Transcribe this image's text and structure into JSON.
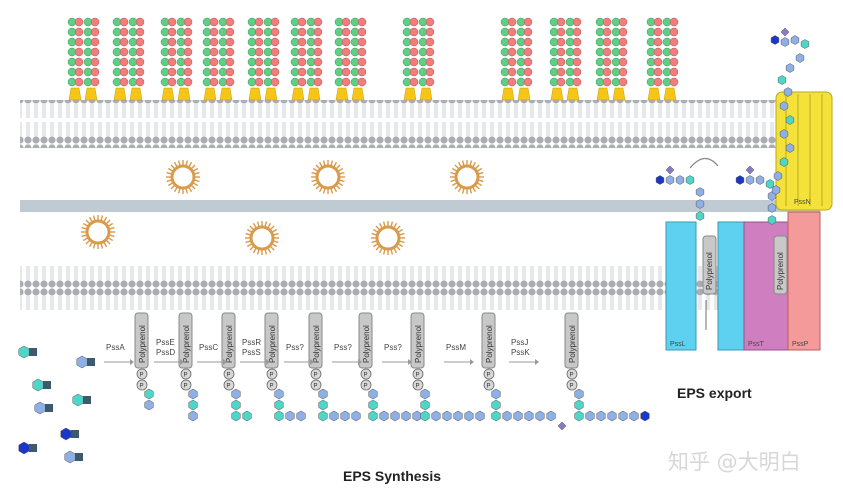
{
  "titles": {
    "synthesis": "EPS Synthesis",
    "export": "EPS export",
    "watermark": "知乎 @大明白"
  },
  "proteins": {
    "pssL": "PssL",
    "pssT": "PssT",
    "pssP": "PssP",
    "pssN": "PssN"
  },
  "polyprenol_label": "Polyprenol",
  "phosphate_label": "P",
  "steps": [
    {
      "enzymes": [
        "PssA"
      ]
    },
    {
      "enzymes": [
        "PssE",
        "PssD"
      ]
    },
    {
      "enzymes": [
        "PssC"
      ]
    },
    {
      "enzymes": [
        "PssR",
        "PssS"
      ]
    },
    {
      "enzymes": [
        "Pss?"
      ]
    },
    {
      "enzymes": [
        "Pss?"
      ]
    },
    {
      "enzymes": [
        "Pss?"
      ]
    },
    {
      "enzymes": [
        "PssM"
      ]
    },
    {
      "enzymes": [
        "PssJ",
        "PssK"
      ]
    }
  ],
  "colors": {
    "membrane_head": "#a9aeb3",
    "membrane_tail": "#c2c6ca",
    "periplasm_layer": "#c0cad2",
    "anchor": "#f5c518",
    "sugar_green": "#5fcf86",
    "sugar_red": "#f27d7d",
    "sugar_blue": "#8fb0e6",
    "sugar_teal": "#4ed6c8",
    "sugar_navy": "#1a37c8",
    "sugar_purple": "#8b78c7",
    "pssL_fill": "#5ed0f0",
    "pssT_fill": "#cf7fbf",
    "pssP_fill": "#f59a9a",
    "pssN_fill": "#f4e23a",
    "ring": "#d99a4a",
    "polyprenol_fill": "#c8c8c8"
  }
}
